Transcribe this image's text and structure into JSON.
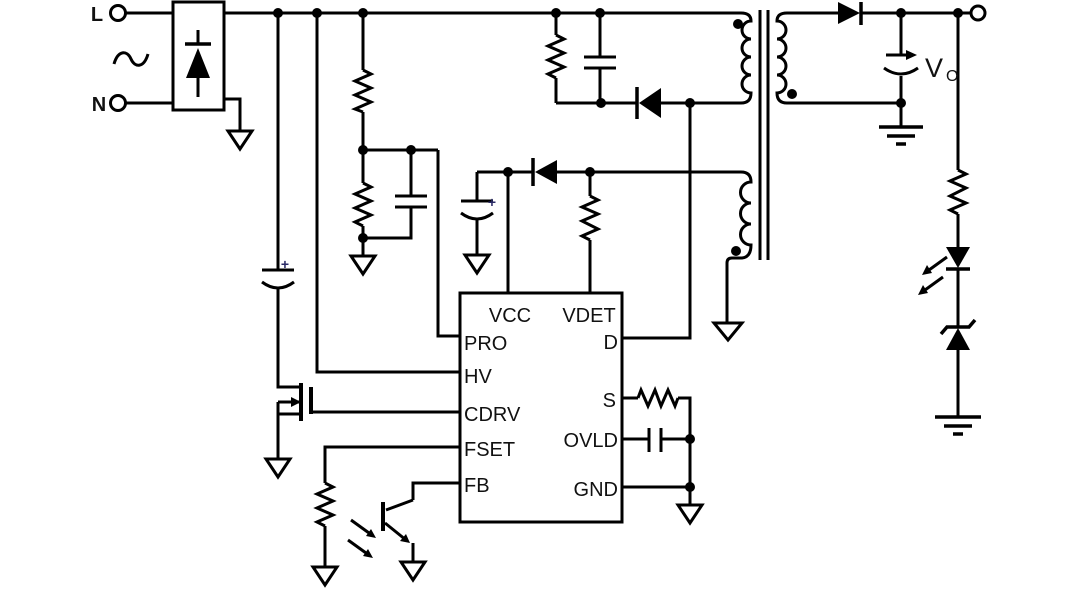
{
  "schematic": {
    "kind": "flyback-converter-application-circuit",
    "background": "#ffffff",
    "wire_color": "#000000",
    "text_color": "#111111"
  },
  "labels": {
    "line": "L",
    "neutral": "N"
  },
  "output": {
    "v": "V",
    "v_sub": "O"
  },
  "marks": {
    "plus": "+"
  },
  "ic": {
    "pins": {
      "top": [
        "VCC",
        "VDET"
      ],
      "left": [
        "PRO",
        "HV",
        "CDRV",
        "FSET",
        "FB"
      ],
      "right": [
        "D",
        "S",
        "OVLD",
        "GND"
      ]
    }
  },
  "components": [
    "ac-input-terminals",
    "bridge-rectifier",
    "bulk-electrolytic-capacitor",
    "line-sense-divider",
    "snubber-network",
    "snubber-diode",
    "cascode-mosfet",
    "controller-ic",
    "vcc-diode",
    "vcc-capacitor",
    "vdet-resistor",
    "transformer",
    "auxiliary-winding",
    "sense-resistor",
    "ovld-capacitor",
    "fset-resistor",
    "optocoupler-phototransistor",
    "output-rectifier-diode",
    "output-capacitor",
    "output-terminal",
    "load-resistor",
    "indicator-led",
    "zener-diode"
  ]
}
